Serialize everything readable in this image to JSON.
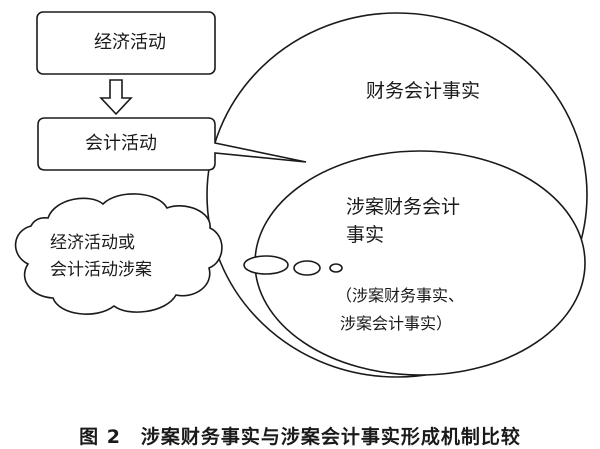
{
  "diagram": {
    "economic_activity_box": "经济活动",
    "accounting_activity_box": "会计活动",
    "financial_facts_label": "财务会计事实",
    "case_related_facts_label": [
      "涉案财务会计",
      "事实"
    ],
    "cloud_label": [
      "经济活动或",
      "会计活动涉案"
    ],
    "note_label": [
      "（涉案财务事实、",
      "涉案会计事实）"
    ]
  },
  "caption": "图 2　涉案财务事实与涉案会计事实形成机制比较"
}
